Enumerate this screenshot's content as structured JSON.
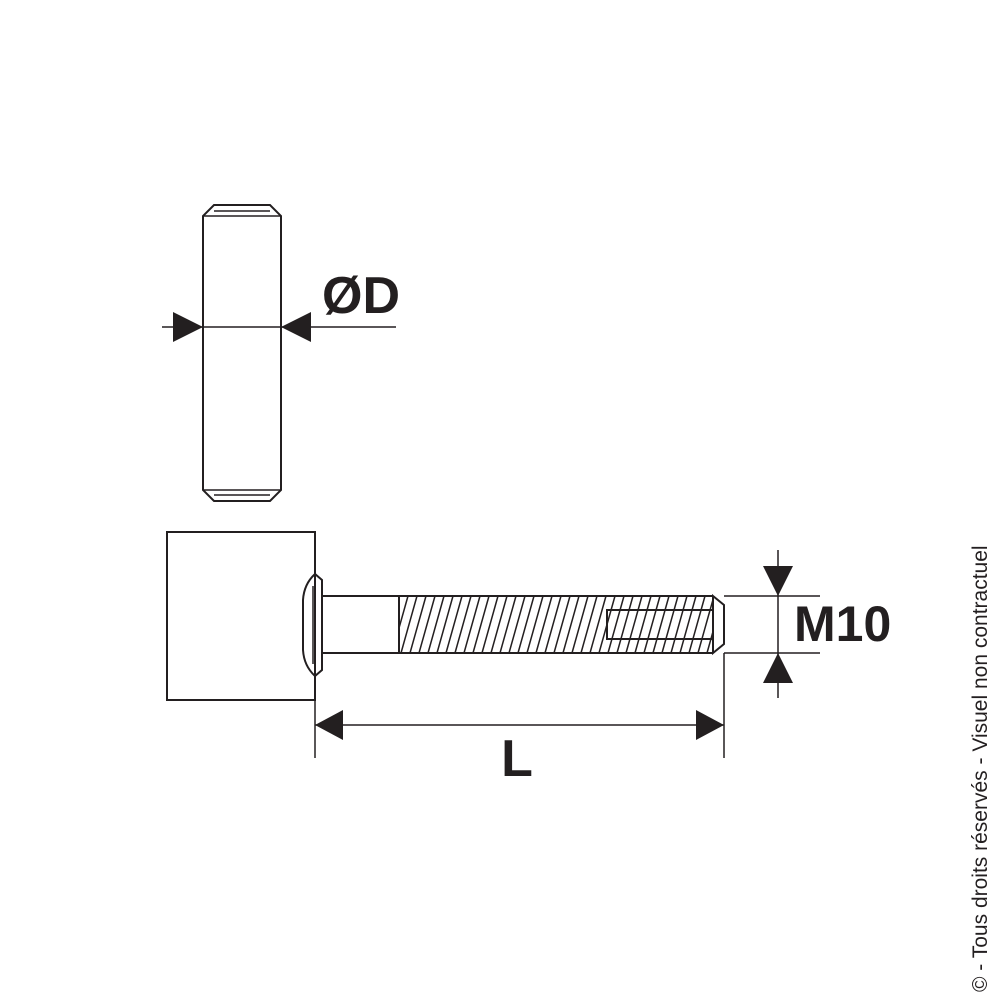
{
  "diagram": {
    "labels": {
      "diameter": "ØD",
      "thread": "M10",
      "length": "L"
    },
    "copyright_notice": "© - Tous droits réservés - Visuel non contractuel",
    "colors": {
      "line": "#231f20",
      "background": "#ffffff"
    }
  }
}
